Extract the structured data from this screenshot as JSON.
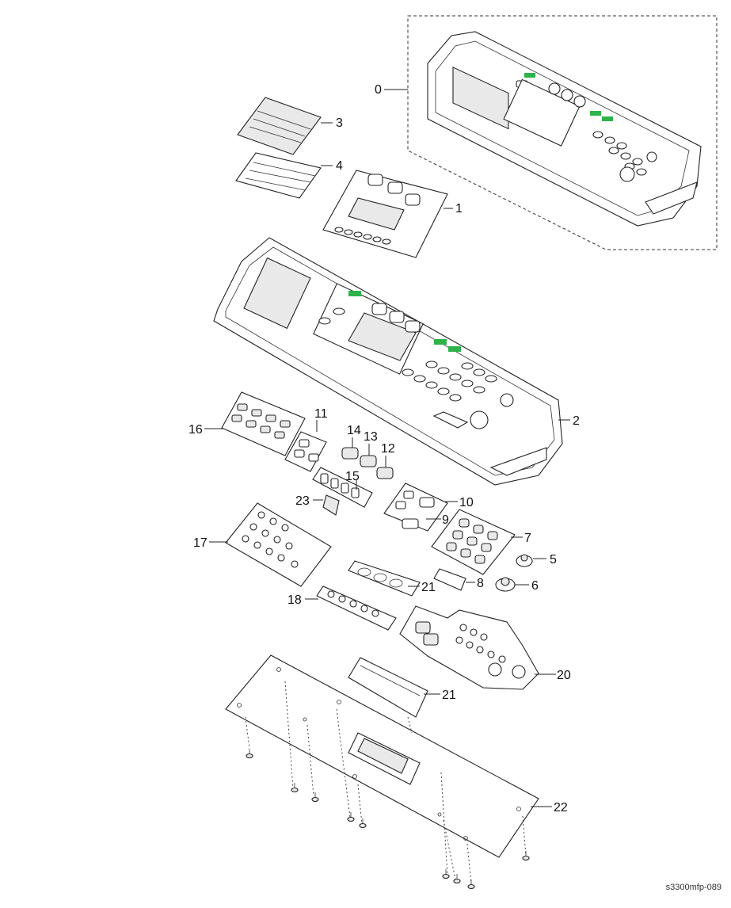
{
  "figure_id": "s3300mfp-089",
  "callouts": [
    {
      "id": "c0",
      "label": "0"
    },
    {
      "id": "c1",
      "label": "1"
    },
    {
      "id": "c2",
      "label": "2"
    },
    {
      "id": "c3",
      "label": "3"
    },
    {
      "id": "c4",
      "label": "4"
    },
    {
      "id": "c5",
      "label": "5"
    },
    {
      "id": "c6",
      "label": "6"
    },
    {
      "id": "c7",
      "label": "7"
    },
    {
      "id": "c8",
      "label": "8"
    },
    {
      "id": "c9",
      "label": "9"
    },
    {
      "id": "c10",
      "label": "10"
    },
    {
      "id": "c11",
      "label": "11"
    },
    {
      "id": "c12",
      "label": "12"
    },
    {
      "id": "c13",
      "label": "13"
    },
    {
      "id": "c14",
      "label": "14"
    },
    {
      "id": "c15",
      "label": "15"
    },
    {
      "id": "c16",
      "label": "16"
    },
    {
      "id": "c17",
      "label": "17"
    },
    {
      "id": "c18",
      "label": "18"
    },
    {
      "id": "c20",
      "label": "20"
    },
    {
      "id": "c21a",
      "label": "21"
    },
    {
      "id": "c21b",
      "label": "21"
    },
    {
      "id": "c22",
      "label": "22"
    },
    {
      "id": "c23",
      "label": "23"
    }
  ],
  "colors": {
    "badge": "#2db34a",
    "line": "#222222"
  }
}
